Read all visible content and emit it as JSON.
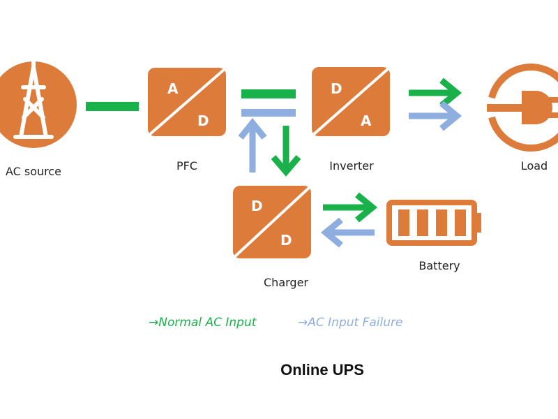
{
  "diagram": {
    "title": "Online UPS",
    "nodes": {
      "ac_source": {
        "label": "AC source"
      },
      "pfc": {
        "label": "PFC",
        "top_letter": "A",
        "bottom_letter": "D"
      },
      "inverter": {
        "label": "Inverter",
        "top_letter": "D",
        "bottom_letter": "A"
      },
      "load": {
        "label": "Load"
      },
      "charger": {
        "label": "Charger",
        "top_letter": "D",
        "bottom_letter": "D"
      },
      "battery": {
        "label": "Battery"
      }
    },
    "legend": {
      "normal": {
        "arrow": "→",
        "label": "Normal AC Input"
      },
      "failure": {
        "arrow": "→",
        "label": "AC Input Failure"
      }
    }
  },
  "colors": {
    "component": "#DD7B3B",
    "normal_path": "#19B14A",
    "failure_path": "#8FAEE0",
    "text": "#222222"
  }
}
